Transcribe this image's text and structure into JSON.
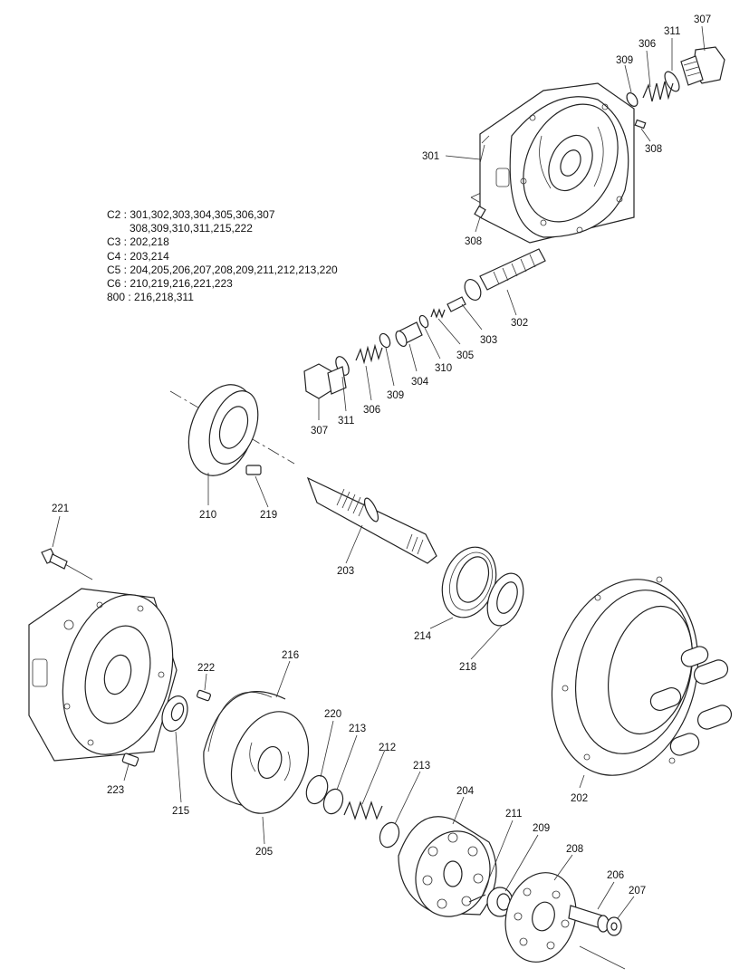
{
  "legend": [
    {
      "key": "C2 :",
      "parts": "301,302,303,304,305,306,307"
    },
    {
      "key": "",
      "parts": "308,309,310,311,215,222"
    },
    {
      "key": "C3 :",
      "parts": "202,218"
    },
    {
      "key": "C4 :",
      "parts": "203,214"
    },
    {
      "key": "C5 :",
      "parts": "204,205,206,207,208,209,211,212,213,220"
    },
    {
      "key": "C6 :",
      "parts": "210,219,216,221,223"
    },
    {
      "key": "800 :",
      "parts": "216,218,311"
    }
  ],
  "callouts": {
    "p307a": "307",
    "p311a": "311",
    "p306a": "306",
    "p309a": "309",
    "p308a": "308",
    "p301": "301",
    "p308b": "308",
    "p302": "302",
    "p303": "303",
    "p305": "305",
    "p310": "310",
    "p304": "304",
    "p309b": "309",
    "p306b": "306",
    "p311b": "311",
    "p307b": "307",
    "p210": "210",
    "p219": "219",
    "p203": "203",
    "p214": "214",
    "p218": "218",
    "p221": "221",
    "p202": "202",
    "p216": "216",
    "p222": "222",
    "p223": "223",
    "p215": "215",
    "p205": "205",
    "p220": "220",
    "p213a": "213",
    "p212": "212",
    "p213b": "213",
    "p204": "204",
    "p211": "211",
    "p209": "209",
    "p208": "208",
    "p206": "206",
    "p207": "207"
  }
}
